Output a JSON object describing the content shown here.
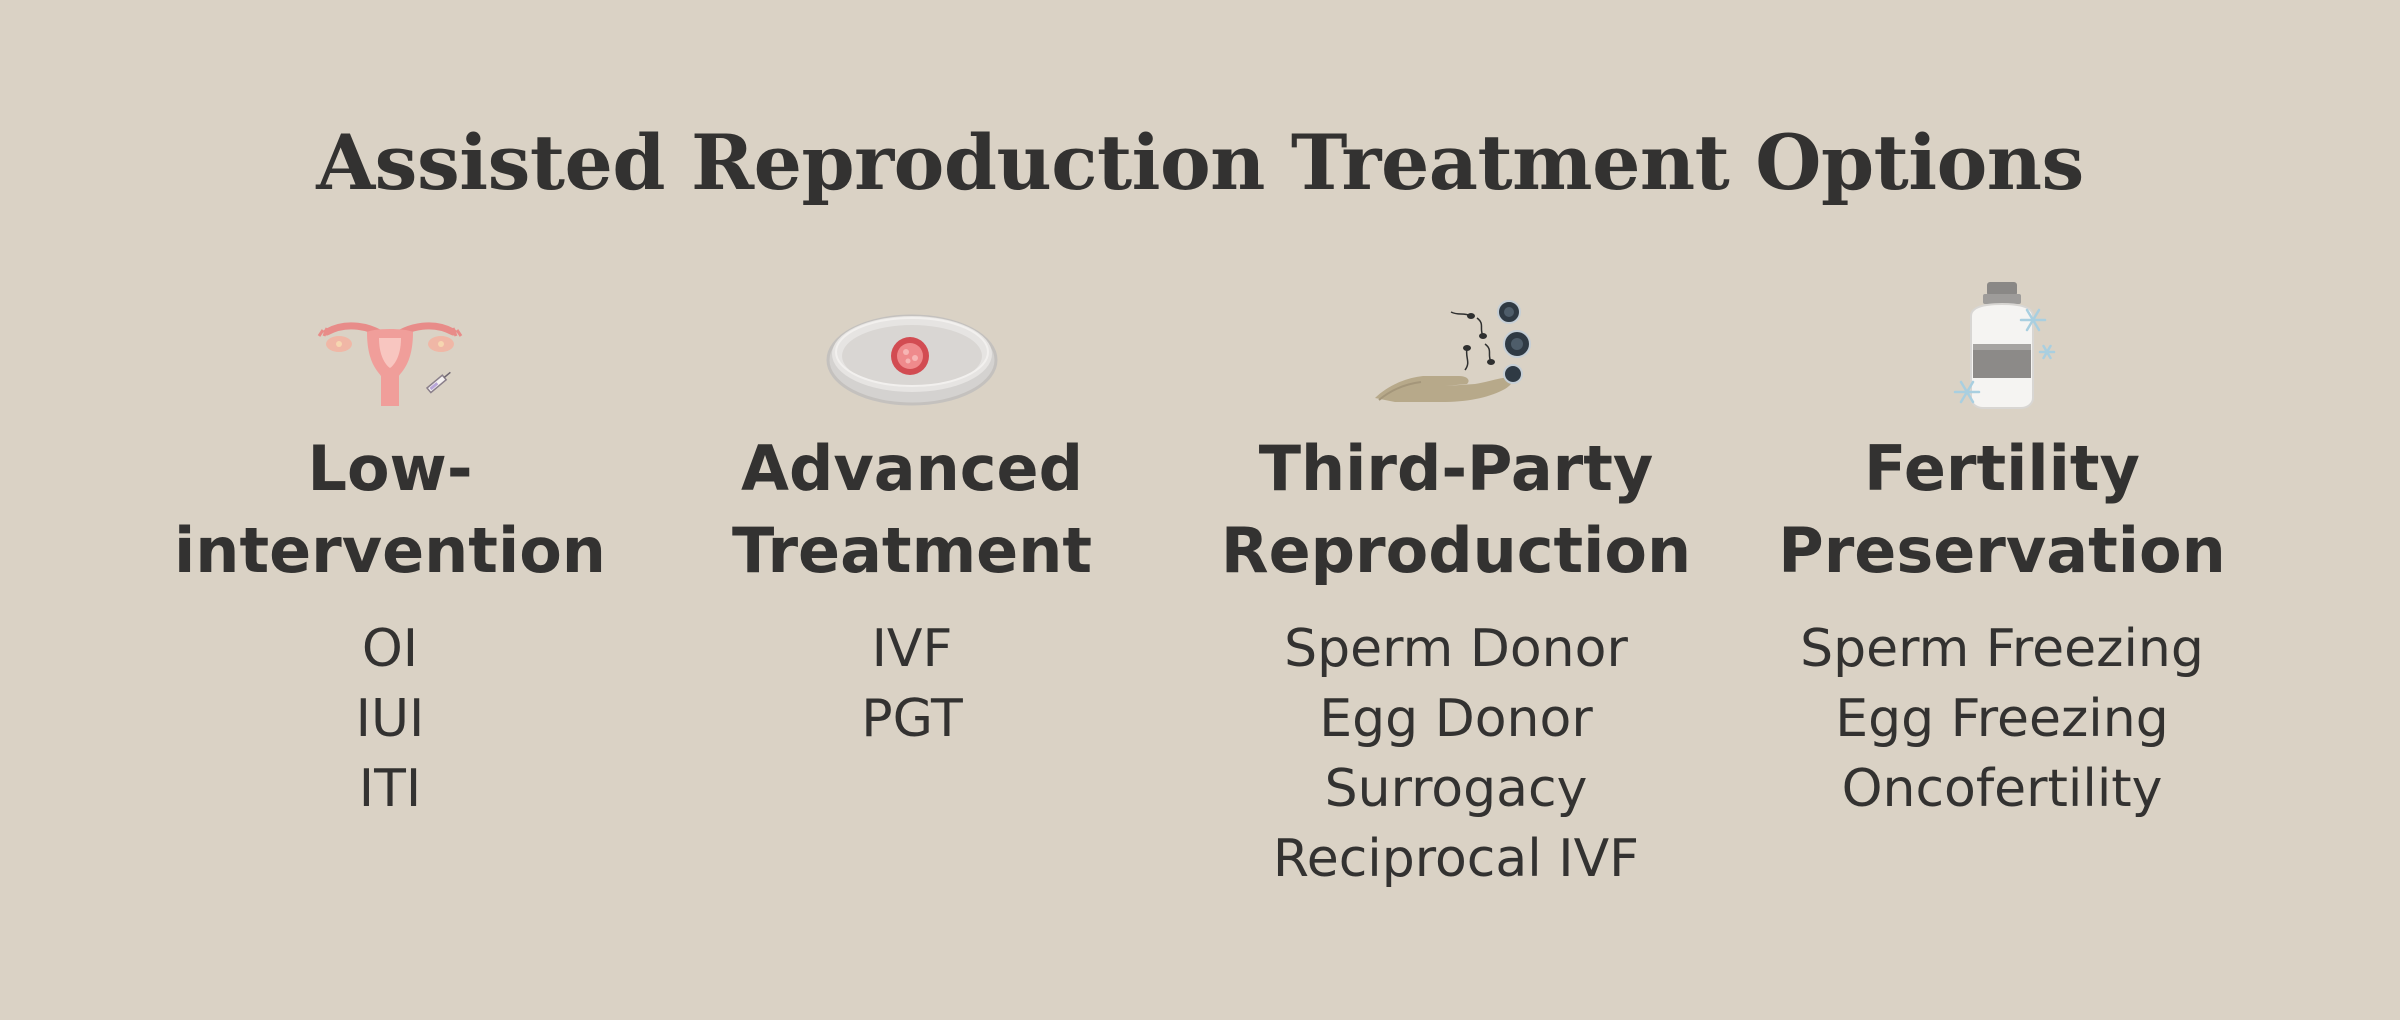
{
  "title": "Assisted Reproduction Treatment Options",
  "columns": [
    {
      "icon": "uterus-icon",
      "heading_lines": [
        "Low-",
        "intervention"
      ],
      "items": [
        "OI",
        "IUI",
        "ITI"
      ]
    },
    {
      "icon": "petri-dish-icon",
      "heading_lines": [
        "Advanced",
        "Treatment"
      ],
      "items": [
        "IVF",
        "PGT"
      ]
    },
    {
      "icon": "donor-hand-icon",
      "heading_lines": [
        "Third-Party",
        "Reproduction"
      ],
      "items": [
        "Sperm Donor",
        "Egg Donor",
        "Surrogacy",
        "Reciprocal IVF"
      ]
    },
    {
      "icon": "cryo-bottle-icon",
      "heading_lines": [
        "Fertility",
        "Preservation"
      ],
      "items": [
        "Sperm Freezing",
        "Egg Freezing",
        "Oncofertility"
      ]
    }
  ],
  "colors": {
    "background": "#dad2c5",
    "text": "#333231"
  }
}
